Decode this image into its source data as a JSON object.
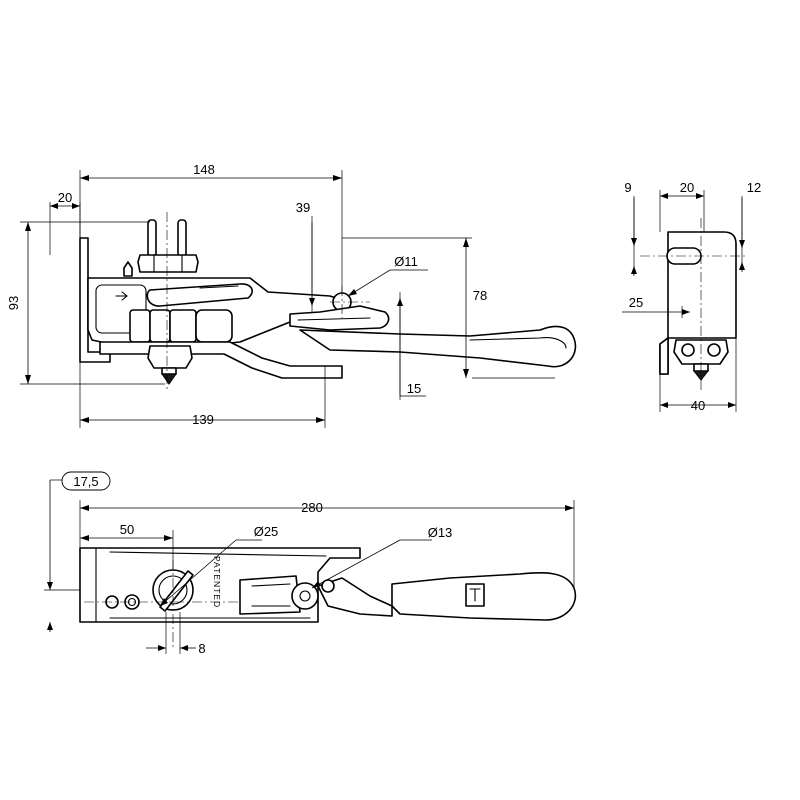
{
  "side_view": {
    "dims": {
      "overall_length": "148",
      "flange_width": "20",
      "lever_offset": "39",
      "pin_dia": "Ø11",
      "height": "93",
      "frame_height": "78",
      "lever_gap": "15",
      "base_length": "139"
    }
  },
  "end_view": {
    "dims": {
      "slot_offset": "9",
      "slot_width": "20",
      "edge_offset": "12",
      "hole_height": "25",
      "width": "40"
    }
  },
  "top_view": {
    "dims": {
      "ref_dim": "17,5",
      "overall_length": "280",
      "hole_offset": "50",
      "adjuster_dia": "Ø25",
      "pivot_dia": "Ø13",
      "slot_width": "8"
    },
    "stamp_text": "PATENTED"
  }
}
